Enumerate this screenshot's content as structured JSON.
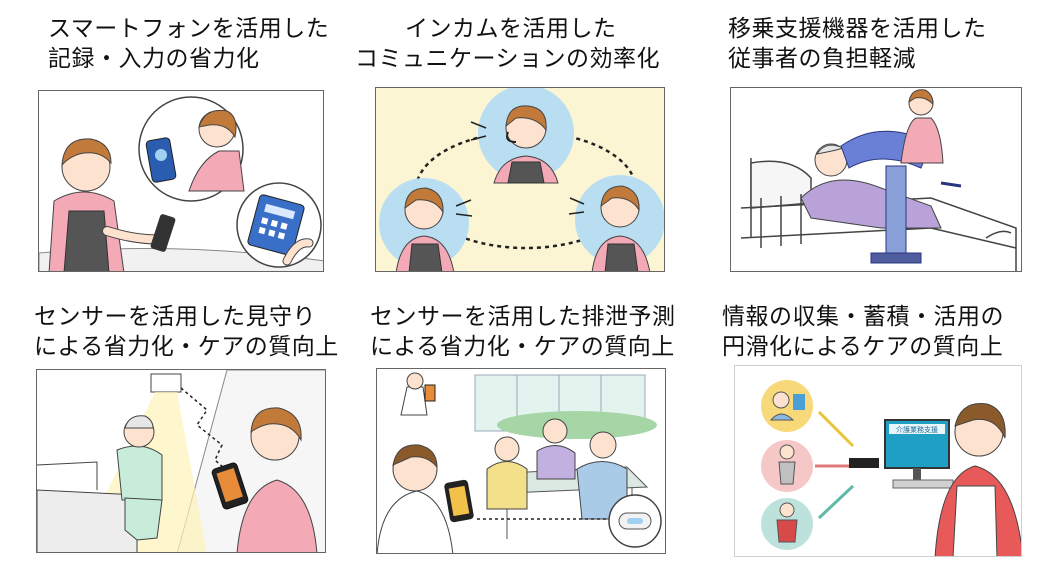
{
  "cards": [
    {
      "title_line1": "スマートフォンを活用した",
      "title_line2": "記録・入力の省力化"
    },
    {
      "title_line1": "インカムを活用した",
      "title_line2": "コミュニケーションの効率化"
    },
    {
      "title_line1": "移乗支援機器を活用した",
      "title_line2": "従事者の負担軽減"
    },
    {
      "title_line1": "センサーを活用した見守り",
      "title_line2": "による省力化・ケアの質向上"
    },
    {
      "title_line1": "センサーを活用した排泄予測",
      "title_line2": "による省力化・ケアの質向上"
    },
    {
      "title_line1": "情報の収集・蓄積・活用の",
      "title_line2": "円滑化によるケアの質向上"
    }
  ],
  "monitor_label": "介護業務支援",
  "colors": {
    "pink_shirt": "#f3a9b6",
    "apron": "#555555",
    "skin": "#fde3cf",
    "hair": "#c27a3a",
    "cream_bg": "#fbf5d3",
    "blue_bubble": "#b9def2",
    "tablet_screen": "#1f9fc4"
  }
}
